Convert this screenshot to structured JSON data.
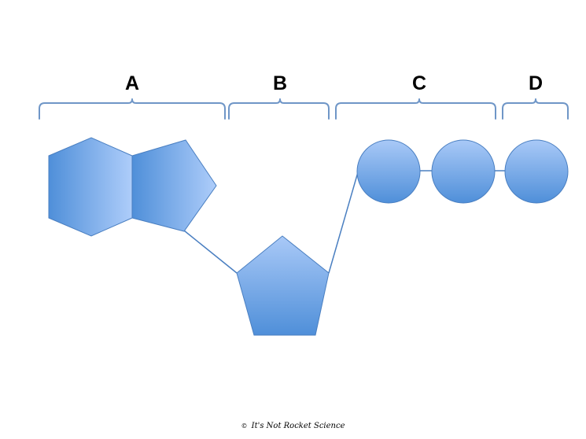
{
  "diagram": {
    "labels": {
      "a": "A",
      "b": "B",
      "c": "C",
      "d": "D"
    },
    "colors": {
      "bracket": "#6f96c7",
      "shape_light": "#a9c9f7",
      "shape_dark": "#4f8fd9",
      "shape_stroke": "#4a7fc1",
      "connector": "#4a7fc1"
    },
    "parts": {
      "a": "hexagon-pentagon-pair",
      "b": "pentagon",
      "c": "two-circles",
      "d": "one-circle"
    }
  },
  "footer": {
    "copyright_symbol": "©",
    "credit": "It's Not Rocket Science"
  }
}
